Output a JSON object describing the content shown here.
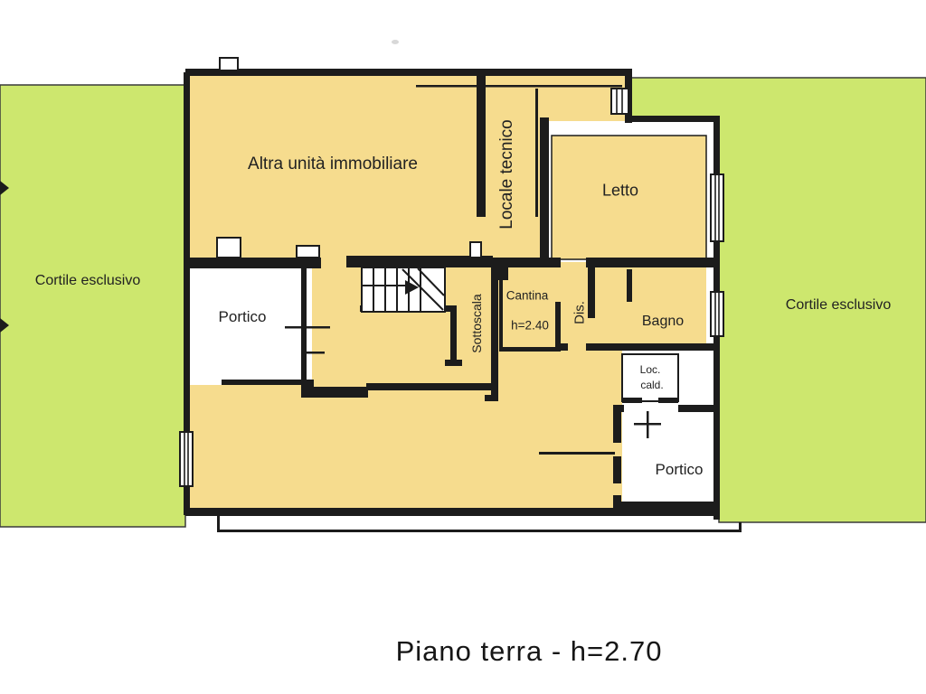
{
  "title": "Piano terra - h=2.70",
  "colors": {
    "courtyard_green": "#cde76e",
    "room_yellow": "#f6dc8e",
    "wall": "#1c1c1c"
  },
  "labels": {
    "cortile_left": "Cortile esclusivo",
    "cortile_right": "Cortile esclusivo",
    "altra_unita": "Altra unità immobiliare",
    "locale_tecnico": "Locale tecnico",
    "letto": "Letto",
    "portico_left": "Portico",
    "portico_right": "Portico",
    "sottoscala": "Sottoscala",
    "cantina": "Cantina",
    "cantina_height": "h=2.40",
    "dis": "Dis.",
    "bagno": "Bagno",
    "loc_cald_line1": "Loc.",
    "loc_cald_line2": "cald."
  }
}
